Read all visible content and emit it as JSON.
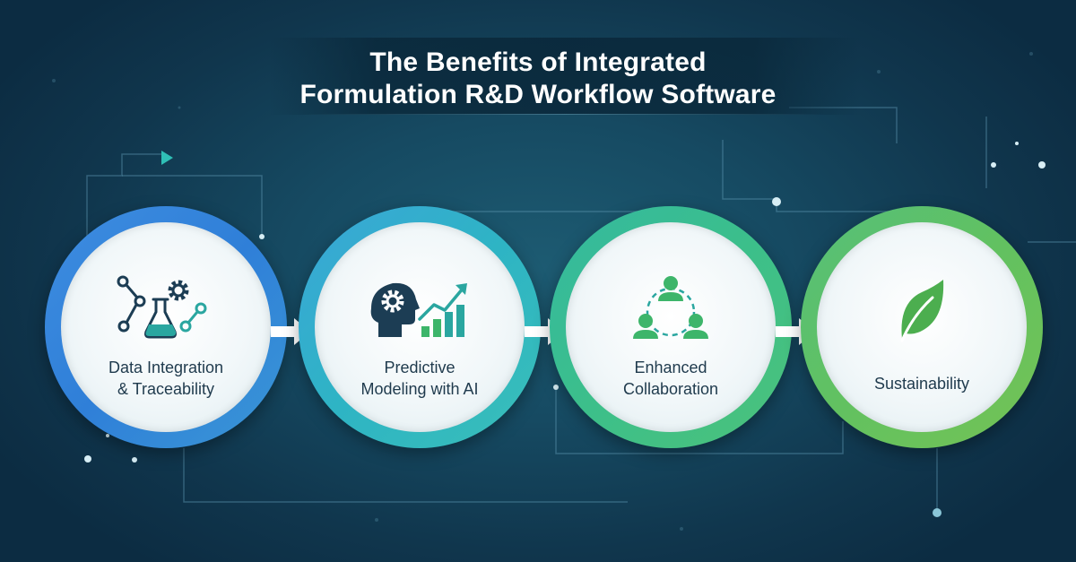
{
  "title": {
    "line1": "The Benefits of Integrated",
    "line2": "Formulation R&D Workflow Software"
  },
  "steps": [
    {
      "label_line1": "Data Integration",
      "label_line2": "& Traceability",
      "icon": "flask-gear-network-icon",
      "color": "#2f7fd8"
    },
    {
      "label_line1": "Predictive",
      "label_line2": "Modeling with AI",
      "icon": "brain-growth-chart-icon",
      "color": "#2eb4c4"
    },
    {
      "label_line1": "Enhanced",
      "label_line2": "Collaboration",
      "icon": "team-collaboration-icon",
      "color": "#3cbf8a"
    },
    {
      "label_line1": "Sustainability",
      "label_line2": "",
      "icon": "leaf-icon",
      "color": "#62c160"
    }
  ],
  "colors": {
    "background": "#164a62",
    "icon_dark": "#1c3d54",
    "icon_teal": "#2aa6a0",
    "icon_green": "#3db56a",
    "leaf_green": "#4cae4f"
  }
}
